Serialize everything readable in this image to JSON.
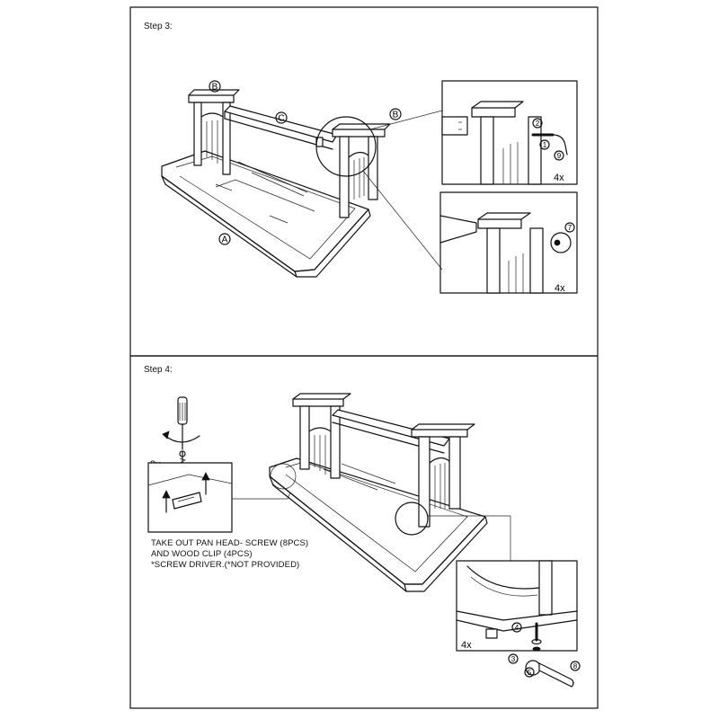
{
  "step3": {
    "title": "Step 3:",
    "parts": [
      "A",
      "B",
      "B",
      "C"
    ],
    "detail_top": {
      "callouts": [
        "2",
        "1",
        "9"
      ],
      "quantity": "4x"
    },
    "detail_bottom": {
      "callouts": [
        "7"
      ],
      "quantity": "4x"
    }
  },
  "step4": {
    "title": "Step 4:",
    "screw_quantity": "8x",
    "instructions": [
      "TAKE OUT PAN HEAD- SCREW (8PCS)",
      "AND WOOD CLIP (4PCS)",
      "*SCREW DRIVER.(*NOT PROVIDED)"
    ],
    "detail": {
      "callouts": [
        "4",
        "3",
        "5",
        "8"
      ],
      "quantity": "4x"
    }
  }
}
